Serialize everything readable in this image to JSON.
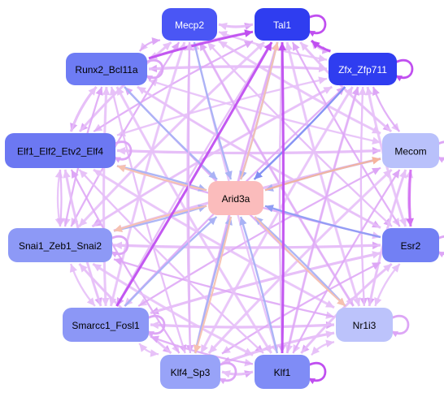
{
  "diagram": {
    "nodes": [
      {
        "id": "mecp2",
        "label": "Mecp2",
        "fill": "#4a56f5",
        "text": "#ffffff"
      },
      {
        "id": "tal1",
        "label": "Tal1",
        "fill": "#2f3df0",
        "text": "#ffffff"
      },
      {
        "id": "zfx",
        "label": "Zfx_Zfp711",
        "fill": "#2f3df0",
        "text": "#ffffff"
      },
      {
        "id": "runx2",
        "label": "Runx2_Bcl11a",
        "fill": "#6e7cf4",
        "text": "#000000"
      },
      {
        "id": "elf1",
        "label": "Elf1_Elf2_Etv2_Elf4",
        "fill": "#6c78f2",
        "text": "#000000"
      },
      {
        "id": "mecom",
        "label": "Mecom",
        "fill": "#b9c1fb",
        "text": "#000000"
      },
      {
        "id": "arid3a",
        "label": "Arid3a",
        "fill": "#fbbcbc",
        "text": "#000000"
      },
      {
        "id": "snai1",
        "label": "Snai1_Zeb1_Snai2",
        "fill": "#8d99f6",
        "text": "#000000"
      },
      {
        "id": "esr2",
        "label": "Esr2",
        "fill": "#7280f4",
        "text": "#000000"
      },
      {
        "id": "smarcc1",
        "label": "Smarcc1_Fosl1",
        "fill": "#8c97f6",
        "text": "#000000"
      },
      {
        "id": "nr1i3",
        "label": "Nr1i3",
        "fill": "#bcc3fb",
        "text": "#000000"
      },
      {
        "id": "klf4",
        "label": "Klf4_Sp3",
        "fill": "#98a3f8",
        "text": "#000000"
      },
      {
        "id": "klf1",
        "label": "Klf1",
        "fill": "#7f8cf6",
        "text": "#000000"
      }
    ],
    "self_loops": [
      "tal1",
      "zfx",
      "runx2",
      "mecom",
      "nr1i3",
      "klf4",
      "klf1",
      "smarcc1",
      "snai1",
      "elf1",
      "esr2"
    ],
    "edges": [
      {
        "from": "tal1",
        "to": "arid3a",
        "color": "#a9b2f5",
        "kind": "activation"
      },
      {
        "from": "mecp2",
        "to": "arid3a",
        "color": "#a9b2f5",
        "kind": "activation"
      },
      {
        "from": "zfx",
        "to": "arid3a",
        "color": "#7f8df3",
        "kind": "activation"
      },
      {
        "from": "runx2",
        "to": "arid3a",
        "color": "#a9b2f5",
        "kind": "activation"
      },
      {
        "from": "elf1",
        "to": "arid3a",
        "color": "#a9b2f5",
        "kind": "activation"
      },
      {
        "from": "mecom",
        "to": "arid3a",
        "color": "#a9b2f5",
        "kind": "activation"
      },
      {
        "from": "esr2",
        "to": "arid3a",
        "color": "#8f9cf4",
        "kind": "activation"
      },
      {
        "from": "snai1",
        "to": "arid3a",
        "color": "#a9b2f5",
        "kind": "activation"
      },
      {
        "from": "smarcc1",
        "to": "arid3a",
        "color": "#a9b2f5",
        "kind": "activation"
      },
      {
        "from": "nr1i3",
        "to": "arid3a",
        "color": "#a9b2f5",
        "kind": "activation"
      },
      {
        "from": "klf4",
        "to": "arid3a",
        "color": "#a9b2f5",
        "kind": "activation"
      },
      {
        "from": "klf1",
        "to": "arid3a",
        "color": "#a9b2f5",
        "kind": "activation"
      },
      {
        "from": "arid3a",
        "to": "mecom",
        "color": "#f6b49c",
        "kind": "repression"
      },
      {
        "from": "arid3a",
        "to": "tal1",
        "color": "#f6c2b0",
        "kind": "repression"
      },
      {
        "from": "arid3a",
        "to": "klf4",
        "color": "#f6c2b0",
        "kind": "repression"
      },
      {
        "from": "arid3a",
        "to": "nr1i3",
        "color": "#f6c2b0",
        "kind": "repression"
      },
      {
        "from": "arid3a",
        "to": "elf1",
        "color": "#f6c2b0",
        "kind": "repression"
      },
      {
        "from": "arid3a",
        "to": "snai1",
        "color": "#f6c2b0",
        "kind": "repression"
      },
      {
        "from": "runx2",
        "to": "tal1",
        "color": "#c04ff0",
        "kind": "strong"
      },
      {
        "from": "smarcc1",
        "to": "tal1",
        "color": "#c04ff0",
        "kind": "strong"
      },
      {
        "from": "zfx",
        "to": "tal1",
        "color": "#c04ff0",
        "kind": "strong"
      },
      {
        "from": "mecom",
        "to": "esr2",
        "color": "#d473f2",
        "kind": "strong"
      },
      {
        "from": "elf1",
        "to": "snai1",
        "color": "#e3b6f7",
        "kind": "weak"
      },
      {
        "from": "klf1",
        "to": "tal1",
        "color": "#c04ff0",
        "kind": "strong"
      },
      {
        "from": "klf4",
        "to": "mecp2",
        "color": "#e3b6f7",
        "kind": "weak"
      }
    ],
    "mesh_color": "#e7c1f8",
    "mesh_color_alt": "#dda6f6"
  }
}
